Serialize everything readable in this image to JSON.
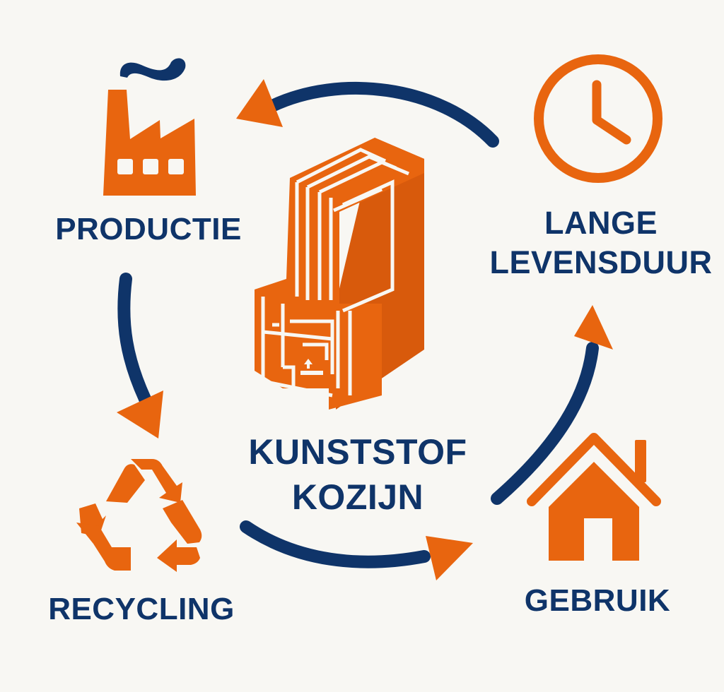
{
  "diagram": {
    "type": "lifecycle-cycle",
    "colors": {
      "background": "#f8f7f3",
      "navy": "#0f3469",
      "orange": "#e8650f"
    },
    "center": {
      "icon": "window-frame-profile-icon",
      "title_line1": "KUNSTSTOF",
      "title_line2": "KOZIJN"
    },
    "stages": [
      {
        "id": "productie",
        "label": "PRODUCTIE",
        "icon": "factory-icon"
      },
      {
        "id": "lange-levensduur",
        "label_line1": "LANGE",
        "label_line2": "LEVENSDUUR",
        "icon": "clock-icon"
      },
      {
        "id": "gebruik",
        "label": "GEBRUIK",
        "icon": "house-icon"
      },
      {
        "id": "recycling",
        "label": "RECYCLING",
        "icon": "recycle-icon"
      }
    ],
    "flow": [
      {
        "from": "lange-levensduur",
        "to": "productie"
      },
      {
        "from": "productie",
        "to": "recycling"
      },
      {
        "from": "recycling",
        "to": "gebruik"
      },
      {
        "from": "gebruik",
        "to": "lange-levensduur"
      }
    ]
  }
}
